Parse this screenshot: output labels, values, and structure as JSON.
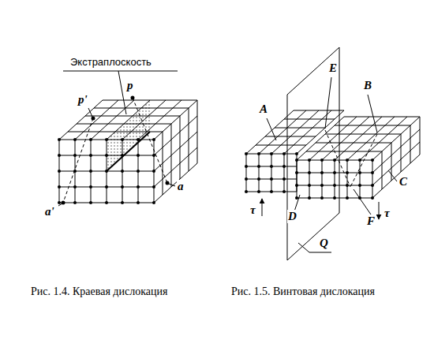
{
  "diagram": {
    "labels": [
      "Экстраплоскость",
      "p",
      "p'",
      "a",
      "a'",
      "E",
      "A",
      "B",
      "C",
      "τ",
      "τ",
      "F",
      "D",
      "Q",
      "Рис. 1.4. Краевая дислокация",
      "Рис. 1.5. Винтовая дислокация"
    ]
  }
}
